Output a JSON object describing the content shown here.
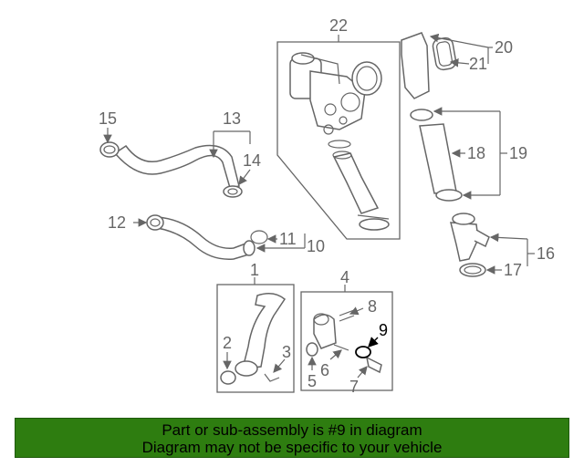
{
  "callouts": {
    "c1": "1",
    "c2": "2",
    "c3": "3",
    "c4": "4",
    "c5": "5",
    "c6": "6",
    "c7": "7",
    "c8": "8",
    "c9": "9",
    "c10": "10",
    "c11": "11",
    "c12": "12",
    "c13": "13",
    "c14": "14",
    "c15": "15",
    "c16": "16",
    "c17": "17",
    "c18": "18",
    "c19": "19",
    "c20": "20",
    "c21": "21",
    "c22": "22"
  },
  "highlight_color": "#000000",
  "banner": {
    "line1": "Part or sub-assembly is #9 in diagram",
    "line2": "Diagram may not be specific to your vehicle",
    "background": "#2e7d10"
  }
}
